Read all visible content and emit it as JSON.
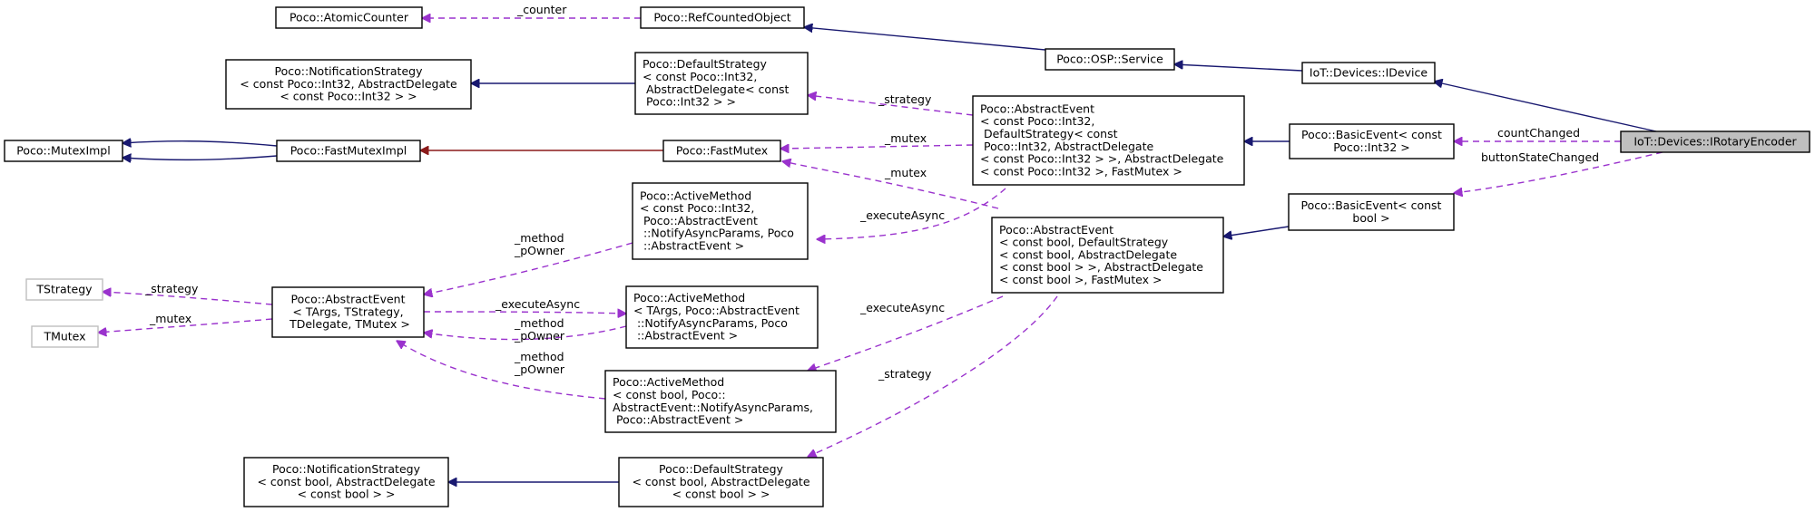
{
  "colors": {
    "inheritance": "#191970",
    "usage": "#9a32cd",
    "private_inheritance": "#8b1a1a",
    "focus_fill": "#bfbfbf",
    "template_border": "#bfbfbf"
  },
  "nodes": [
    {
      "id": "iot-devices-irotaryencoder-node",
      "lines": [
        "IoT::Devices::IRotaryEncoder"
      ],
      "style": "focus"
    },
    {
      "id": "iot-devices-idevice-node",
      "lines": [
        "IoT::Devices::IDevice"
      ]
    },
    {
      "id": "poco-osp-service-node",
      "lines": [
        "Poco::OSP::Service"
      ]
    },
    {
      "id": "poco-refcountedobject-node",
      "lines": [
        "Poco::RefCountedObject"
      ]
    },
    {
      "id": "poco-atomiccounter-node",
      "lines": [
        "Poco::AtomicCounter"
      ]
    },
    {
      "id": "poco-basicevent-int32-node",
      "lines": [
        "Poco::BasicEvent< const",
        "Poco::Int32 >"
      ]
    },
    {
      "id": "poco-basicevent-bool-node",
      "lines": [
        "Poco::BasicEvent< const",
        "bool >"
      ]
    },
    {
      "id": "poco-abstractevent-int32-node",
      "lines": [
        "Poco::AbstractEvent",
        "< const Poco::Int32,",
        " DefaultStrategy< const",
        " Poco::Int32, AbstractDelegate",
        "< const Poco::Int32 > >, AbstractDelegate",
        "< const Poco::Int32 >, FastMutex >"
      ]
    },
    {
      "id": "poco-abstractevent-bool-node",
      "lines": [
        "Poco::AbstractEvent",
        "< const bool, DefaultStrategy",
        "< const bool, AbstractDelegate",
        "< const bool > >, AbstractDelegate",
        "< const bool >, FastMutex >"
      ]
    },
    {
      "id": "poco-defaultstrategy-int32-node",
      "lines": [
        "Poco::DefaultStrategy",
        "< const Poco::Int32,",
        " AbstractDelegate< const",
        " Poco::Int32 > >"
      ]
    },
    {
      "id": "poco-notificationstrategy-int32-node",
      "lines": [
        "Poco::NotificationStrategy",
        "< const Poco::Int32, AbstractDelegate",
        "< const Poco::Int32 > >"
      ]
    },
    {
      "id": "poco-fastmutex-node",
      "lines": [
        "Poco::FastMutex"
      ]
    },
    {
      "id": "poco-fastmuteximpl-node",
      "lines": [
        "Poco::FastMutexImpl"
      ]
    },
    {
      "id": "poco-muteximpl-node",
      "lines": [
        "Poco::MutexImpl"
      ]
    },
    {
      "id": "poco-activemethod-int32-node",
      "lines": [
        "Poco::ActiveMethod",
        "< const Poco::Int32,",
        " Poco::AbstractEvent",
        " ::NotifyAsyncParams, Poco",
        " ::AbstractEvent >"
      ]
    },
    {
      "id": "poco-abstractevent-template-node",
      "lines": [
        "Poco::AbstractEvent",
        "< TArgs, TStrategy,",
        " TDelegate, TMutex >"
      ]
    },
    {
      "id": "tstrategy-node",
      "lines": [
        "TStrategy"
      ],
      "style": "gray"
    },
    {
      "id": "tmutex-node",
      "lines": [
        "TMutex"
      ],
      "style": "gray"
    },
    {
      "id": "poco-activemethod-targs-node",
      "lines": [
        "Poco::ActiveMethod",
        "< TArgs, Poco::AbstractEvent",
        " ::NotifyAsyncParams, Poco",
        " ::AbstractEvent >"
      ]
    },
    {
      "id": "poco-activemethod-bool-node",
      "lines": [
        "Poco::ActiveMethod",
        "< const bool, Poco::",
        "AbstractEvent::NotifyAsyncParams,",
        " Poco::AbstractEvent >"
      ]
    },
    {
      "id": "poco-notificationstrategy-bool-node",
      "lines": [
        "Poco::NotificationStrategy",
        "< const bool, AbstractDelegate",
        "< const bool > >"
      ]
    },
    {
      "id": "poco-defaultstrategy-bool-node",
      "lines": [
        "Poco::DefaultStrategy",
        "< const bool, AbstractDelegate",
        "< const bool > >"
      ]
    }
  ],
  "edge_labels": [
    {
      "id": "label-counter",
      "text": "_counter"
    },
    {
      "id": "label-countchanged",
      "text": "countChanged"
    },
    {
      "id": "label-buttonstatechanged",
      "text": "buttonStateChanged"
    },
    {
      "id": "label-strategy-int32",
      "text": "_strategy"
    },
    {
      "id": "label-mutex-1",
      "text": "_mutex"
    },
    {
      "id": "label-mutex-2",
      "text": "_mutex"
    },
    {
      "id": "label-executeasync-1",
      "text": "_executeAsync"
    },
    {
      "id": "label-method-powner-1",
      "text": "_method\n_pOwner"
    },
    {
      "id": "label-strategy-template",
      "text": "_strategy"
    },
    {
      "id": "label-mutex-template",
      "text": "_mutex"
    },
    {
      "id": "label-executeasync-2",
      "text": "_executeAsync"
    },
    {
      "id": "label-method-powner-2",
      "text": "_method\n_pOwner"
    },
    {
      "id": "label-method-powner-3",
      "text": "_method\n_pOwner"
    },
    {
      "id": "label-executeasync-3",
      "text": "_executeAsync"
    },
    {
      "id": "label-strategy-bool",
      "text": "_strategy"
    }
  ]
}
